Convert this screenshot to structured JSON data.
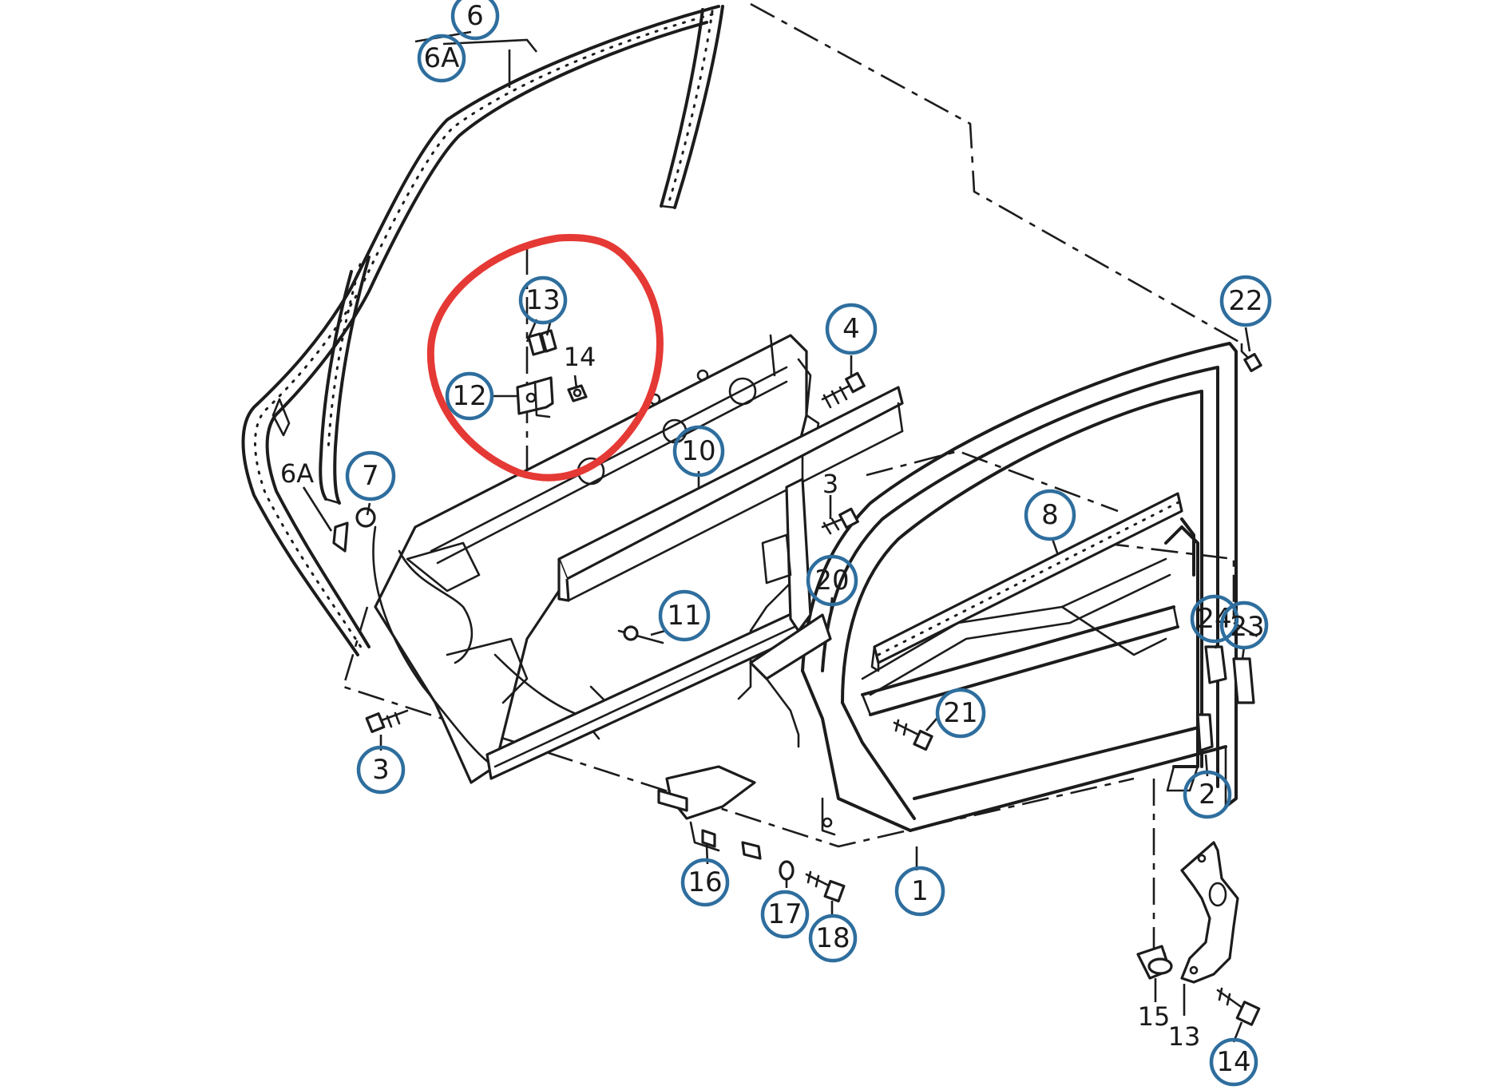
{
  "diagram": {
    "callouts": [
      {
        "id": "c6",
        "label": "6",
        "circled": true
      },
      {
        "id": "c6A-top",
        "label": "6A",
        "circled": true
      },
      {
        "id": "c13-top",
        "label": "13",
        "circled": true
      },
      {
        "id": "c14-top",
        "label": "14",
        "circled": false
      },
      {
        "id": "c12",
        "label": "12",
        "circled": true
      },
      {
        "id": "c4",
        "label": "4",
        "circled": true
      },
      {
        "id": "c22",
        "label": "22",
        "circled": true
      },
      {
        "id": "c10",
        "label": "10",
        "circled": true
      },
      {
        "id": "c6A-left",
        "label": "6A",
        "circled": false
      },
      {
        "id": "c7",
        "label": "7",
        "circled": true
      },
      {
        "id": "c3-mid",
        "label": "3",
        "circled": false
      },
      {
        "id": "c8",
        "label": "8",
        "circled": true
      },
      {
        "id": "c20",
        "label": "20",
        "circled": true
      },
      {
        "id": "c11",
        "label": "11",
        "circled": true
      },
      {
        "id": "c24",
        "label": "24",
        "circled": true
      },
      {
        "id": "c23",
        "label": "23",
        "circled": true
      },
      {
        "id": "c21",
        "label": "21",
        "circled": true
      },
      {
        "id": "c3-bottom",
        "label": "3",
        "circled": true
      },
      {
        "id": "c2",
        "label": "2",
        "circled": true
      },
      {
        "id": "c16",
        "label": "16",
        "circled": true
      },
      {
        "id": "c17",
        "label": "17",
        "circled": true
      },
      {
        "id": "c18",
        "label": "18",
        "circled": true
      },
      {
        "id": "c1",
        "label": "1",
        "circled": true
      },
      {
        "id": "c15",
        "label": "15",
        "circled": false
      },
      {
        "id": "c13-bottom",
        "label": "13",
        "circled": false
      },
      {
        "id": "c14-bottom",
        "label": "14",
        "circled": true
      }
    ],
    "colors": {
      "line": "#1c1c1c",
      "callout_circle": "#2e6e9e",
      "highlight": "#e53935",
      "background": "#ffffff"
    },
    "highlight": {
      "shape": "hand-drawn-loop",
      "encloses": [
        "12",
        "13",
        "14"
      ]
    }
  }
}
